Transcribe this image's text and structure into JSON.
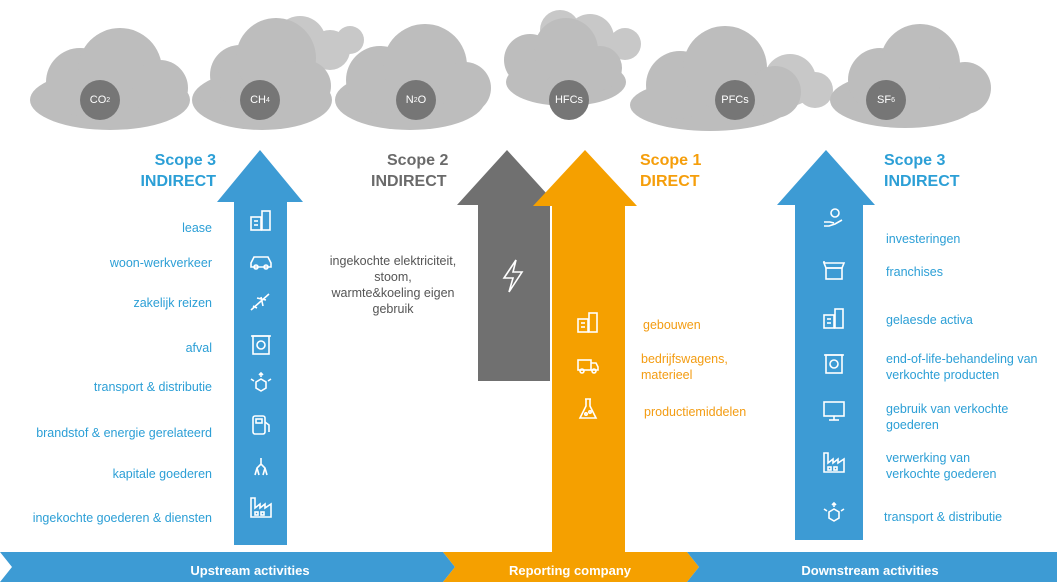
{
  "gases": [
    {
      "base": "CO",
      "sub": "2"
    },
    {
      "base": "CH",
      "sub": "4"
    },
    {
      "base": "N",
      "sub": "2",
      "tail": "O"
    },
    {
      "base": "HFCs",
      "sub": ""
    },
    {
      "base": "PFCs",
      "sub": ""
    },
    {
      "base": "SF",
      "sub": "6"
    }
  ],
  "scopes": {
    "left": {
      "line1": "Scope 3",
      "line2": "INDIRECT"
    },
    "scope2": {
      "line1": "Scope 2",
      "line2": "INDIRECT"
    },
    "scope1": {
      "line1": "Scope 1",
      "line2": "DIRECT"
    },
    "right": {
      "line1": "Scope 3",
      "line2": "INDIRECT"
    }
  },
  "upstream_items": [
    "lease",
    "woon-werkverkeer",
    "zakelijk reizen",
    "afval",
    "transport & distributie",
    "brandstof & energie gerelateerd",
    "kapitale goederen",
    "ingekochte goederen & diensten"
  ],
  "scope2_text": {
    "line1": "ingekochte elektriciteit,",
    "line2": "stoom,",
    "line3": "warmte&koeling eigen",
    "line4": "gebruik"
  },
  "scope1_items": {
    "i1": "gebouwen",
    "i2a": "bedrijfswagens,",
    "i2b": "materieel",
    "i3": "productiemiddelen"
  },
  "downstream_items": {
    "d1": "investeringen",
    "d2": "franchises",
    "d3": "gelaesde activa",
    "d4a": "end-of-life-behandeling van",
    "d4b": "verkochte producten",
    "d5a": "gebruik van verkochte",
    "d5b": "goederen",
    "d6a": "verwerking van",
    "d6b": "verkochte goederen",
    "d7": "transport & distributie"
  },
  "bottom_bar": {
    "upstream": "Upstream activities",
    "reporting": "Reporting company",
    "downstream": "Downstream activities"
  },
  "colors": {
    "blue": "#3d9bd4",
    "grey_arrow": "#707070",
    "orange": "#f5a000",
    "cloud": "#bdbdbd",
    "gas_circle": "#767676"
  },
  "icons": [
    "buildings-icon",
    "car-icon",
    "plane-icon",
    "recycle-bin-icon",
    "package-arrows-icon",
    "fuel-pump-icon",
    "claw-icon",
    "factory-icon",
    "lightning-icon",
    "truck-icon",
    "flask-icon",
    "hand-coin-icon",
    "storefront-icon",
    "monitor-icon"
  ]
}
